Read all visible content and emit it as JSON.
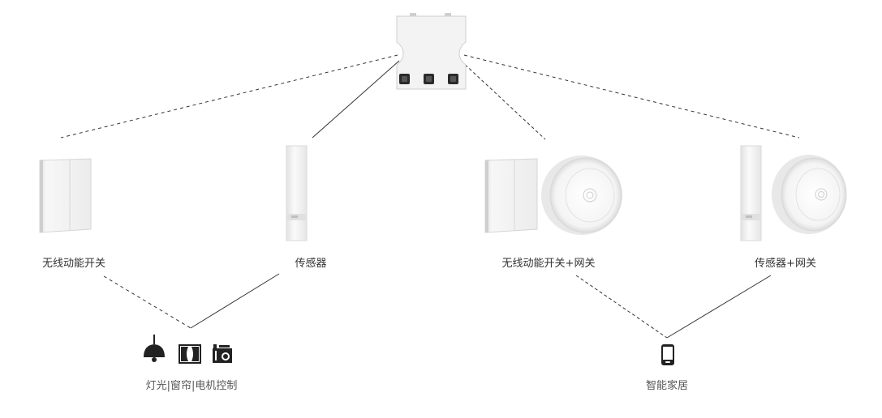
{
  "nodes": {
    "switch": {
      "label": "无线动能开关"
    },
    "sensor": {
      "label": "传感器"
    },
    "switch_gateway": {
      "label": "无线动能开关+网关"
    },
    "sensor_gateway": {
      "label": "传感器+网关"
    }
  },
  "outputs": {
    "control": {
      "label": "灯光|窗帘|电机控制",
      "icons": [
        "pendant-lamp-icon",
        "curtain-icon",
        "appliance-icon"
      ]
    },
    "smarthome": {
      "label": "智能家居",
      "icons": [
        "smartphone-icon"
      ]
    }
  },
  "hub": {
    "icon": "controller-hub-icon",
    "ports": 3
  },
  "colors": {
    "line": "#333333",
    "device": "#f2f2f2",
    "device_edge": "#d0d0d0",
    "icon": "#222222"
  }
}
